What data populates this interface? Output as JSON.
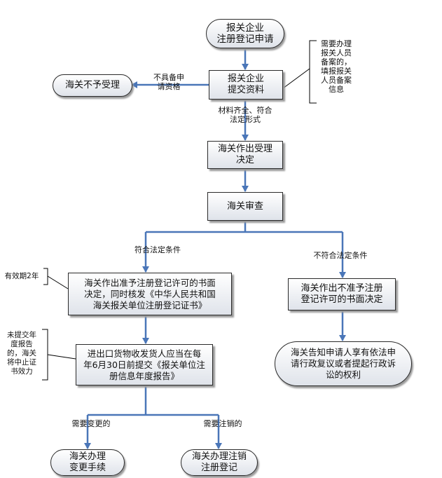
{
  "nodes": {
    "apply": "报关企业\n注册登记申请",
    "reject": "海关不予受理",
    "submit": "报关企业\n提交资料",
    "accept": "海关作出受理\n决定",
    "review": "海关审查",
    "approve": "海关作出准予注册登记许可的书面\n决定，同时核发《中华人民共和国\n海关报关单位注册登记证书》",
    "deny": "海关作出不准予注册\n登记许可的书面决定",
    "annual": "进出口货物收发货人应当在每\n年6月30日前提交《报关单位注\n册信息年度报告》",
    "notify": "海关告知申请人享有依法申\n请行政复议或者提起行政诉\n讼的权利",
    "change": "海关办理\n变更手续",
    "cancel": "海关办理注销\n注册登记"
  },
  "labels": {
    "not_qualified": "不具备申\n请资格",
    "complete": "材料齐全、符合\n法定形式",
    "meets": "符合法定条件",
    "not_meets": "不符合法定条件",
    "need_change": "需要变更的",
    "need_cancel": "需要注销的"
  },
  "notes": {
    "filing": "需要办理\n报关人员\n备案的，\n填报报关\n人员备案\n信息",
    "validity": "有效期2年",
    "unsubmitted": "未提交年\n度报告\n的，海关\n将中止证\n书效力"
  },
  "colors": {
    "arrow": "#4a76b8",
    "note_line": "#000000"
  }
}
